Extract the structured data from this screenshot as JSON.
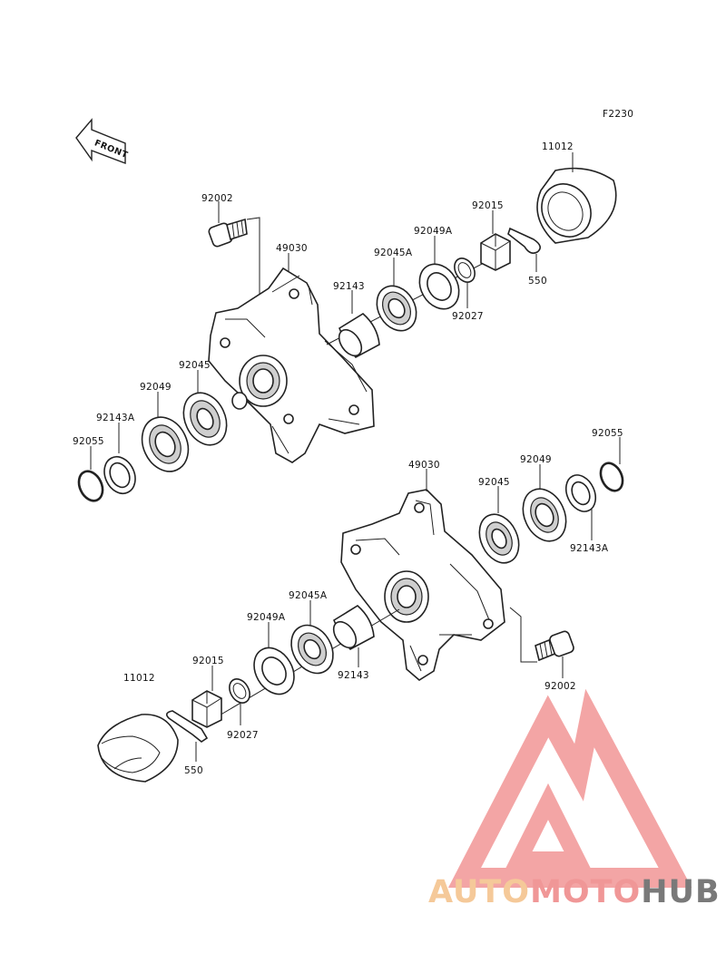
{
  "diagram": {
    "code": "F2230",
    "front_label": "FRONT",
    "top_assembly": {
      "labels": {
        "p11012": "11012",
        "p92002": "92002",
        "p49030": "49030",
        "p92049A": "92049A",
        "p92015": "92015",
        "p92045A": "92045A",
        "p92143": "92143",
        "p550": "550",
        "p92027": "92027",
        "p92045": "92045",
        "p92049": "92049",
        "p92143A": "92143A",
        "p92055": "92055"
      }
    },
    "bottom_assembly": {
      "labels": {
        "p92055": "92055",
        "p49030": "49030",
        "p92049": "92049",
        "p92045": "92045",
        "p92143A": "92143A",
        "p92045A": "92045A",
        "p92049A": "92049A",
        "p92002": "92002",
        "p92015": "92015",
        "p92143": "92143",
        "p11012": "11012",
        "p92027": "92027",
        "p550": "550"
      }
    }
  },
  "watermark": {
    "part1": "AUTO",
    "part2": "MOTO",
    "part3": "HUB",
    "colors": {
      "auto": "#f4c48e",
      "moto": "#ef8c8c",
      "hub": "#6b6b6b",
      "logo": "#f08a8a"
    }
  }
}
